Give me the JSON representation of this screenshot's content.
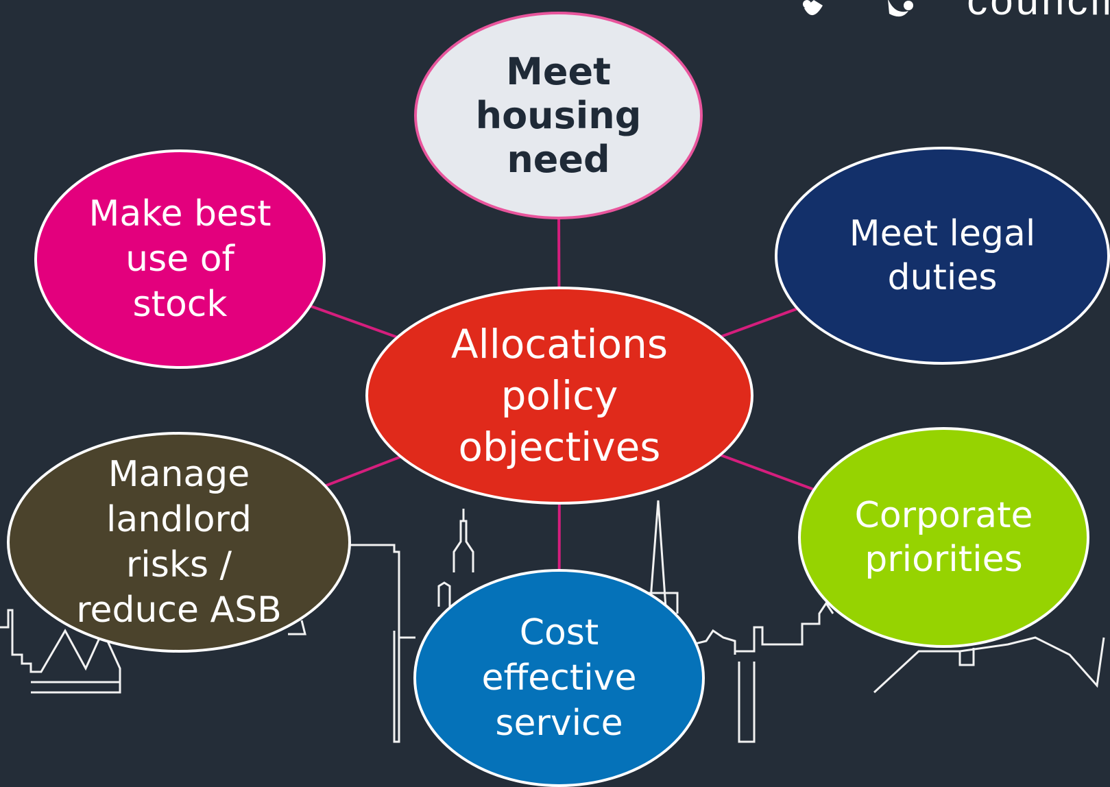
{
  "diagram": {
    "center": {
      "label": "Allocations\npolicy\nobjectives",
      "color": "#e02a1b"
    },
    "objectives": [
      {
        "id": "meet-housing-need",
        "label": "Meet\nhousing\nneed",
        "color": "#e6e9ee",
        "text_color": "#1f2a37",
        "border_color": "#e8559c",
        "bold": true
      },
      {
        "id": "make-best-use-of-stock",
        "label": "Make best\nuse of\nstock",
        "color": "#e3007d"
      },
      {
        "id": "meet-legal-duties",
        "label": "Meet legal\nduties",
        "color": "#13306a"
      },
      {
        "id": "manage-landlord-risks",
        "label": "Manage\nlandlord\nrisks /\nreduce ASB",
        "color": "#4b432c"
      },
      {
        "id": "cost-effective-service",
        "label": "Cost\neffective\nservice",
        "color": "#0572b9"
      },
      {
        "id": "corporate-priorities",
        "label": "Corporate\npriorities",
        "color": "#96d301"
      }
    ],
    "connector_color": "#d51e7d"
  },
  "logo": {
    "text": "council"
  }
}
